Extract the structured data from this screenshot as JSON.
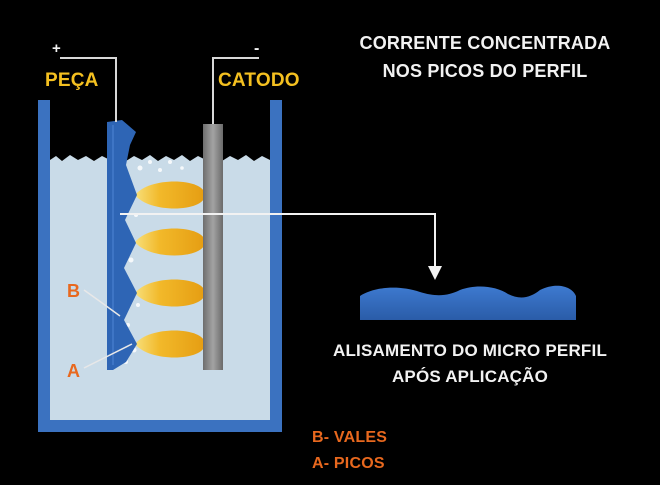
{
  "title_line1": "CORRENTE CONCENTRADA",
  "title_line2": "NOS PICOS DO PERFIL",
  "anode_sign": "+",
  "anode_label": "PEÇA",
  "cathode_sign": "-",
  "cathode_label": "CATODO",
  "marker_b": "B",
  "marker_a": "A",
  "result_line1": "ALISAMENTO DO MICRO PERFIL",
  "result_line2": "APÓS APLICAÇÃO",
  "legend_b": "B- VALES",
  "legend_a": "A- PICOS",
  "colors": {
    "background": "#000000",
    "tank_wall": "#3b72c0",
    "electrolyte": "#c9dbe8",
    "workpiece": "#2e65b5",
    "cathode": "#8a8a8a",
    "current_flow": "#f2b92a",
    "label_yellow": "#f4c020",
    "label_white": "#f2f2f2",
    "legend_orange": "#e8681e"
  }
}
